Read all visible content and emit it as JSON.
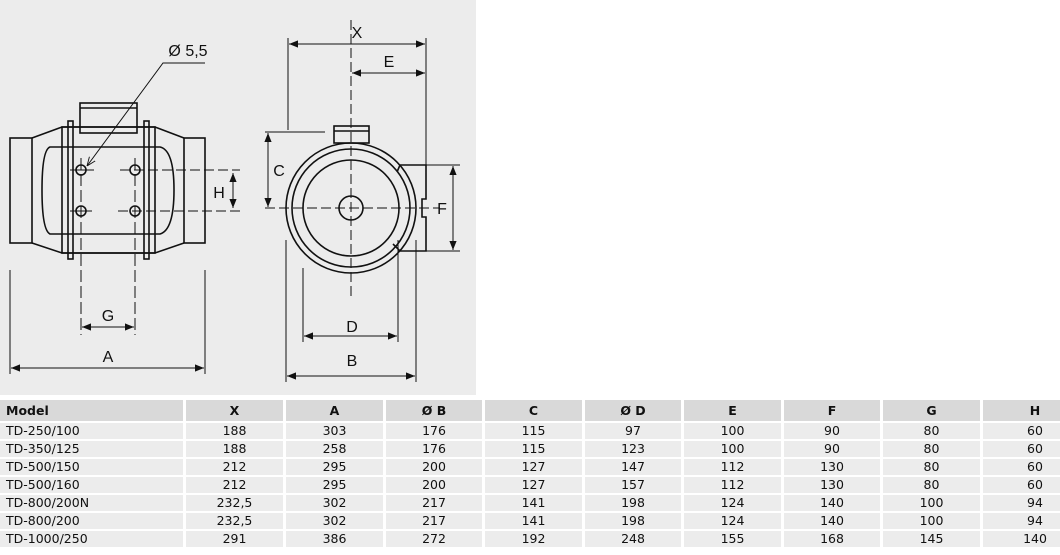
{
  "drawing": {
    "labels": {
      "hole": "Ø 5,5",
      "H": "H",
      "G": "G",
      "A": "A",
      "X": "X",
      "E": "E",
      "C": "C",
      "F": "F",
      "D": "D",
      "B": "B"
    }
  },
  "table": {
    "headers": [
      "Model",
      "X",
      "A",
      "Ø B",
      "C",
      "Ø D",
      "E",
      "F",
      "G",
      "H"
    ],
    "rows": [
      [
        "TD-250/100",
        "188",
        "303",
        "176",
        "115",
        "97",
        "100",
        "90",
        "80",
        "60"
      ],
      [
        "TD-350/125",
        "188",
        "258",
        "176",
        "115",
        "123",
        "100",
        "90",
        "80",
        "60"
      ],
      [
        "TD-500/150",
        "212",
        "295",
        "200",
        "127",
        "147",
        "112",
        "130",
        "80",
        "60"
      ],
      [
        "TD-500/160",
        "212",
        "295",
        "200",
        "127",
        "157",
        "112",
        "130",
        "80",
        "60"
      ],
      [
        "TD-800/200N",
        "232,5",
        "302",
        "217",
        "141",
        "198",
        "124",
        "140",
        "100",
        "94"
      ],
      [
        "TD-800/200",
        "232,5",
        "302",
        "217",
        "141",
        "198",
        "124",
        "140",
        "100",
        "94"
      ],
      [
        "TD-1000/250",
        "291",
        "386",
        "272",
        "192",
        "248",
        "155",
        "168",
        "145",
        "140"
      ]
    ]
  }
}
